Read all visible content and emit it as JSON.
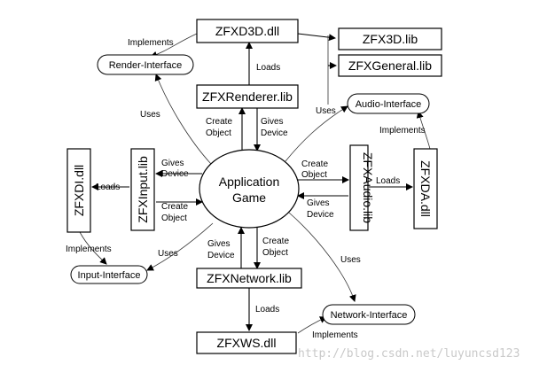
{
  "nodes": {
    "zfxd3d_dll": "ZFXD3D.dll",
    "zfx3d_lib": "ZFX3D.lib",
    "zfxgeneral_lib": "ZFXGeneral.lib",
    "zfxrenderer_lib": "ZFXRenderer.lib",
    "render_interface": "Render-Interface",
    "audio_interface": "Audio-Interface",
    "zfxdi_dll": "ZFXDI.dll",
    "zfxinput_lib": "ZFXInput.lib",
    "zfxaudio_lib": "ZFXAudio.lib",
    "zfxda_dll": "ZFXDA.dll",
    "input_interface": "Input-Interface",
    "zfxnetwork_lib": "ZFXNetwork.lib",
    "network_interface": "Network-Interface",
    "zfxws_dll": "ZFXWS.dll",
    "application_line1": "Application",
    "application_line2": "Game"
  },
  "edge_labels": {
    "implements": "Implements",
    "loads": "Loads",
    "uses": "Uses",
    "create": "Create",
    "object": "Object",
    "gives": "Gives",
    "device": "Device"
  },
  "watermark": "http://blog.csdn.net/luyuncsd123"
}
